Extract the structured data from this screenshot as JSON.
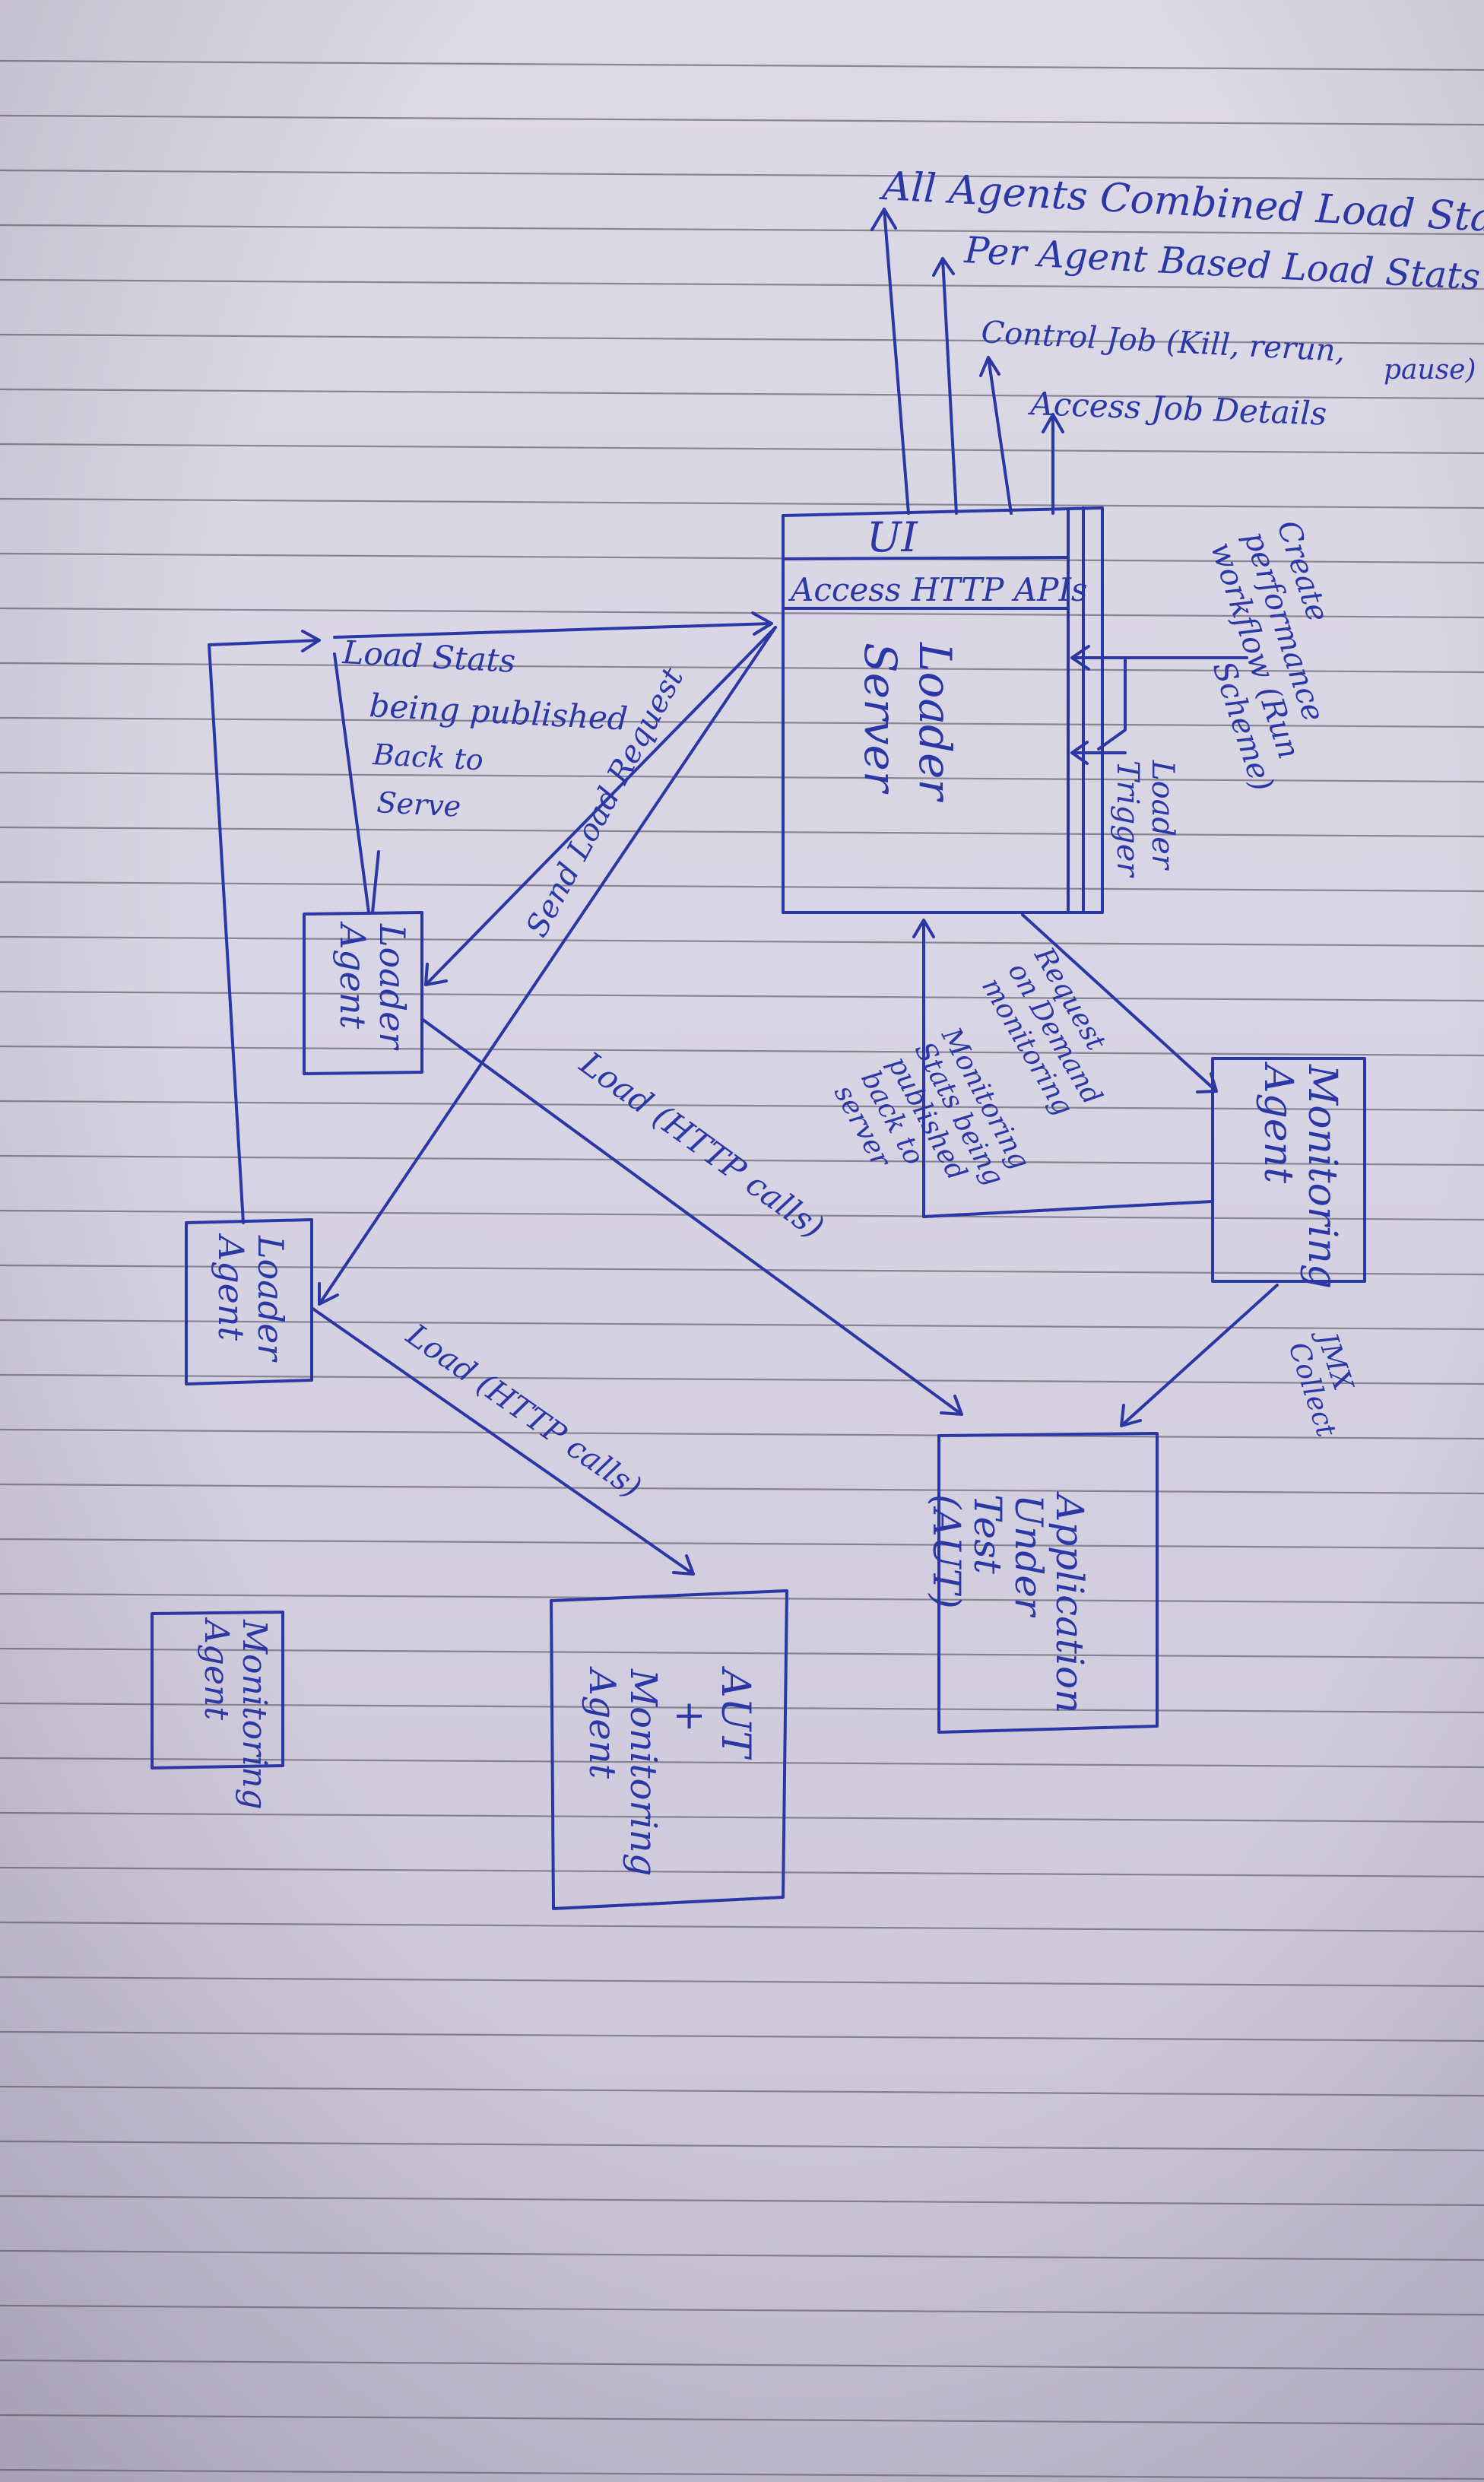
{
  "diagram": {
    "top_outputs": [
      "All Agents Combined Load Stats",
      "Per Agent Based Load Stats",
      "Control Job (Kill, rerun,",
      "pause)",
      "Access Job Details"
    ],
    "server_box": {
      "ui_label": "UI",
      "api_label": "Access HTTP APIs",
      "main_label_lines": [
        "Loader",
        "Server"
      ]
    },
    "side_labels": {
      "create_job": [
        "Create",
        "performance",
        "workflow (Run",
        "Scheme)"
      ],
      "trigger": [
        "Trigger",
        "Loader"
      ]
    },
    "edge_labels": {
      "load_stats": [
        "Load Stats",
        "being published",
        "Back to",
        "Serve"
      ],
      "send_load_request": "Send Load Request",
      "load_http_1": "Load (HTTP calls)",
      "load_http_2": "Load (HTTP calls)",
      "request_monitoring": [
        "Request",
        "on Demand",
        "monitoring"
      ],
      "monitoring_stats": [
        "Monitoring",
        "Stats being",
        "published",
        "back to",
        "server"
      ],
      "collect": [
        "Collect",
        "JMX"
      ]
    },
    "nodes": {
      "loader_agent_1": [
        "Loader",
        "Agent"
      ],
      "loader_agent_2": [
        "Loader",
        "Agent"
      ],
      "monitoring_agent_1": [
        "Monitoring",
        "Agent"
      ],
      "monitoring_agent_2": [
        "Monitoring",
        "Agent"
      ],
      "aut": [
        "Application",
        "Under",
        "Test",
        "(AUT)"
      ],
      "aut_monitor": [
        "AUT",
        "+",
        "Monitoring",
        "Agent"
      ]
    }
  },
  "colors": {
    "ink": "#2c37a6",
    "paper": "#dcd9e6",
    "rule": "#6f6a78"
  }
}
